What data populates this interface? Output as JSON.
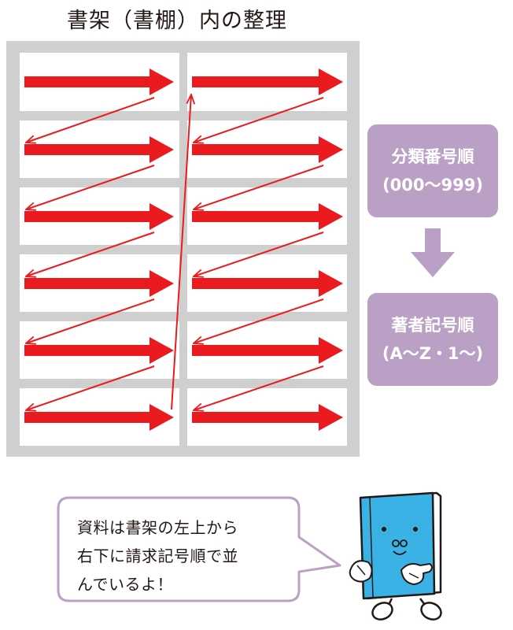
{
  "title": "書架（書棚）内の整理",
  "order_box_1": {
    "line1": "分類番号順",
    "line2": "(000〜999)"
  },
  "order_box_2": {
    "line1": "著者記号順",
    "line2": "(A〜Z・1〜)"
  },
  "speech": {
    "line1": "資料は書架の左上から",
    "line2": "右下に請求記号順で並",
    "line3": "んでいるよ！"
  },
  "colors": {
    "shelf_frame": "#cfcfcf",
    "arrow_red": "#ea1a1f",
    "order_box_purple": "#bba0c5",
    "bubble_border": "#bba0c5",
    "mascot_blue": "#3ab2e6"
  },
  "icons": [
    "down-arrow-icon",
    "book-mascot-icon"
  ]
}
